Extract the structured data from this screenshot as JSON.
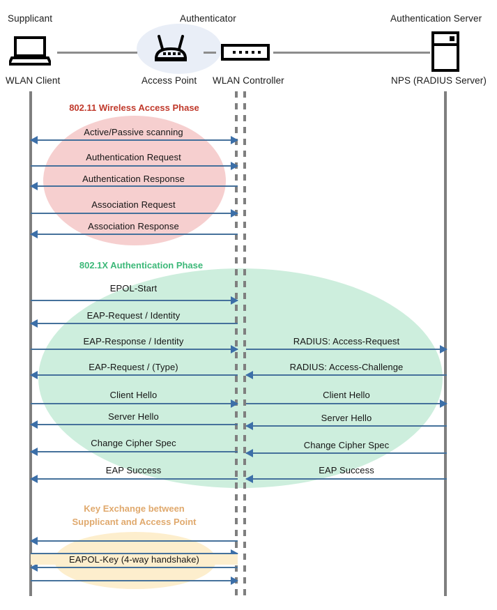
{
  "actors": [
    {
      "id": "supplicant",
      "role_label": "Supplicant",
      "device_label": "WLAN Client",
      "icon": "laptop-icon"
    },
    {
      "id": "authenticator",
      "role_label": "Authenticator",
      "device_label": "Access Point",
      "icon": "wireless-router-icon"
    },
    {
      "id": "controller",
      "role_label": "",
      "device_label": "WLAN Controller",
      "icon": "network-switch-icon"
    },
    {
      "id": "auth-server",
      "role_label": "Authentication Server",
      "device_label": "NPS (RADIUS Server)",
      "icon": "server-tower-icon"
    }
  ],
  "phases": [
    {
      "id": "wireless-access",
      "title": "802.11 Wireless Access Phase",
      "title_color": "#c0392b",
      "blob_color": "#f6cfcf",
      "messages": [
        {
          "label": "Active/Passive scanning",
          "from": "supplicant",
          "to": "controller",
          "direction": "both"
        },
        {
          "label": "Authentication Request",
          "from": "supplicant",
          "to": "controller",
          "direction": "right"
        },
        {
          "label": "Authentication Response",
          "from": "controller",
          "to": "supplicant",
          "direction": "left"
        },
        {
          "label": "Association Request",
          "from": "supplicant",
          "to": "controller",
          "direction": "right"
        },
        {
          "label": "Association Response",
          "from": "controller",
          "to": "supplicant",
          "direction": "left"
        }
      ]
    },
    {
      "id": "dot1x-auth",
      "title": "802.1X Authentication Phase",
      "title_color": "#3cb878",
      "blob_color": "#cdeedd",
      "messages": [
        {
          "label": "EPOL-Start",
          "from": "supplicant",
          "to": "controller",
          "direction": "right"
        },
        {
          "label": "EAP-Request / Identity",
          "from": "controller",
          "to": "supplicant",
          "direction": "left"
        },
        {
          "label": "EAP-Response / Identity",
          "from": "supplicant",
          "to": "controller",
          "direction": "right"
        },
        {
          "label": "EAP-Request / (Type)",
          "from": "controller",
          "to": "supplicant",
          "direction": "left"
        },
        {
          "label": "Client Hello",
          "from": "supplicant",
          "to": "controller",
          "direction": "right"
        },
        {
          "label": "Server Hello",
          "from": "controller",
          "to": "supplicant",
          "direction": "left"
        },
        {
          "label": "Change Cipher Spec",
          "from": "controller",
          "to": "supplicant",
          "direction": "left"
        },
        {
          "label": "EAP Success",
          "from": "controller",
          "to": "supplicant",
          "direction": "left"
        }
      ],
      "radius_messages": [
        {
          "label": "RADIUS: Access-Request",
          "from": "controller",
          "to": "auth-server",
          "direction": "right"
        },
        {
          "label": "RADIUS: Access-Challenge",
          "from": "auth-server",
          "to": "controller",
          "direction": "left"
        },
        {
          "label": "Client Hello",
          "from": "controller",
          "to": "auth-server",
          "direction": "right"
        },
        {
          "label": "Server Hello",
          "from": "auth-server",
          "to": "controller",
          "direction": "left"
        },
        {
          "label": "Change Cipher Spec",
          "from": "auth-server",
          "to": "controller",
          "direction": "left"
        },
        {
          "label": "EAP Success",
          "from": "auth-server",
          "to": "controller",
          "direction": "left"
        }
      ]
    },
    {
      "id": "key-exchange",
      "title": "Key Exchange between\nSupplicant and Access Point",
      "title_color": "#e0a96d",
      "blob_color": "#fdeecd",
      "messages": [
        {
          "label": "",
          "from": "controller",
          "to": "supplicant",
          "direction": "left"
        },
        {
          "label": "",
          "from": "supplicant",
          "to": "controller",
          "direction": "right"
        },
        {
          "label": "EAPOL-Key (4-way handshake)",
          "from": "controller",
          "to": "supplicant",
          "direction": "left"
        },
        {
          "label": "",
          "from": "supplicant",
          "to": "controller",
          "direction": "right"
        }
      ]
    }
  ],
  "colors": {
    "arrow": "#45719b",
    "arrow_head": "#3c6fa8",
    "lifeline": "#7f7f7f",
    "link": "#8c8c8c",
    "authenticator_blob": "#e9eef7",
    "icon": "#000000"
  }
}
